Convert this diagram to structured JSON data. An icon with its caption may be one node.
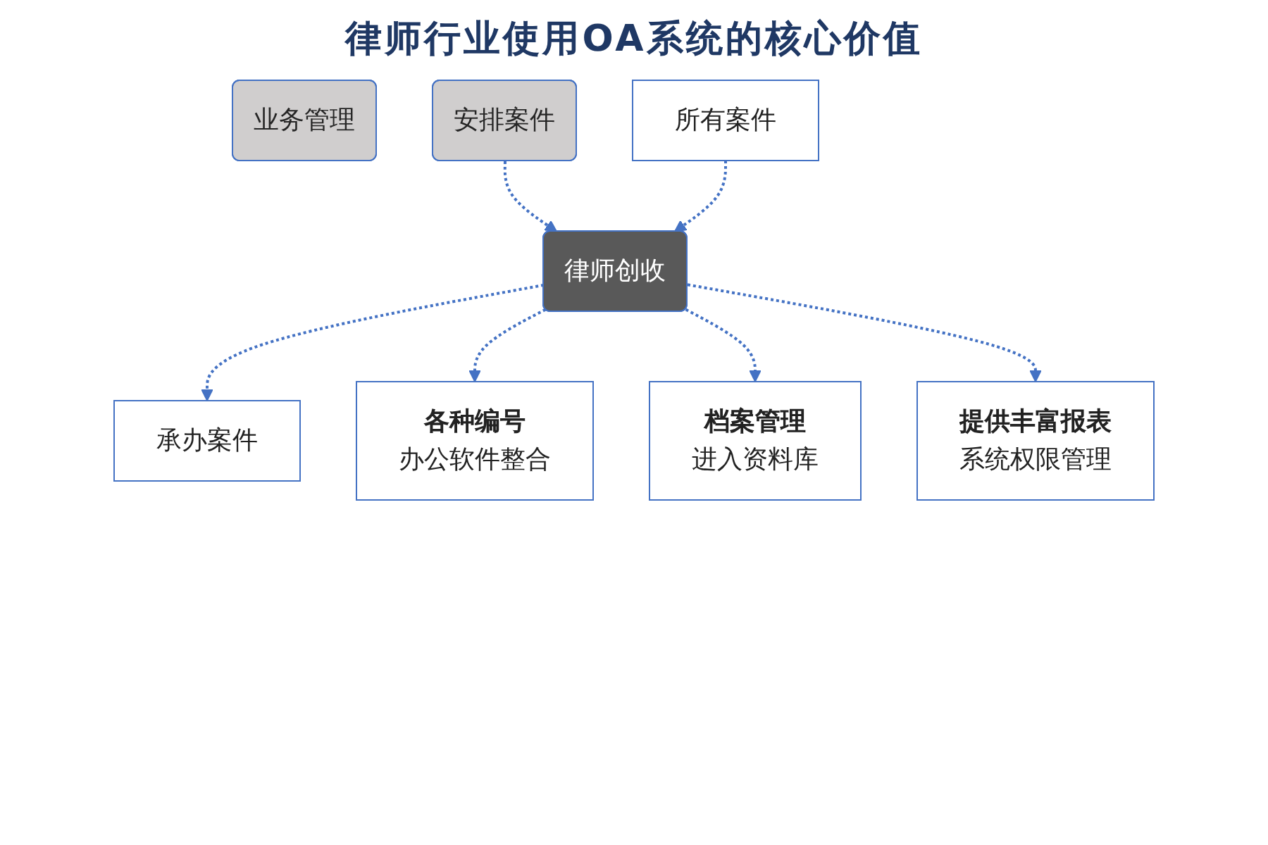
{
  "diagram": {
    "title": "律师行业使用OA系统的核心价值",
    "nodes": [
      {
        "text": [
          "业务管理"
        ]
      },
      {
        "text": [
          "安排案件"
        ]
      },
      {
        "text": [
          "所有案件"
        ]
      },
      {
        "text": [
          "律师创收"
        ]
      },
      {
        "text": [
          "承办案件"
        ]
      },
      {
        "text": [
          "各种编号",
          "办公软件整合"
        ]
      },
      {
        "text": [
          "档案管理",
          "进入资料库"
        ]
      },
      {
        "text": [
          "提供丰富报表",
          "系统权限管理"
        ]
      }
    ],
    "edges": [
      {
        "from": 1,
        "to": 3,
        "arrow": "to",
        "style": "dashed"
      },
      {
        "from": 2,
        "to": 3,
        "arrow": "to",
        "style": "dashed"
      },
      {
        "from": 3,
        "to": 4,
        "arrow": "to",
        "style": "dashed"
      },
      {
        "from": 3,
        "to": 5,
        "arrow": "to",
        "style": "dashed"
      },
      {
        "from": 3,
        "to": 6,
        "arrow": "to",
        "style": "dashed"
      },
      {
        "from": 3,
        "to": 7,
        "arrow": "to",
        "style": "dashed"
      }
    ]
  }
}
